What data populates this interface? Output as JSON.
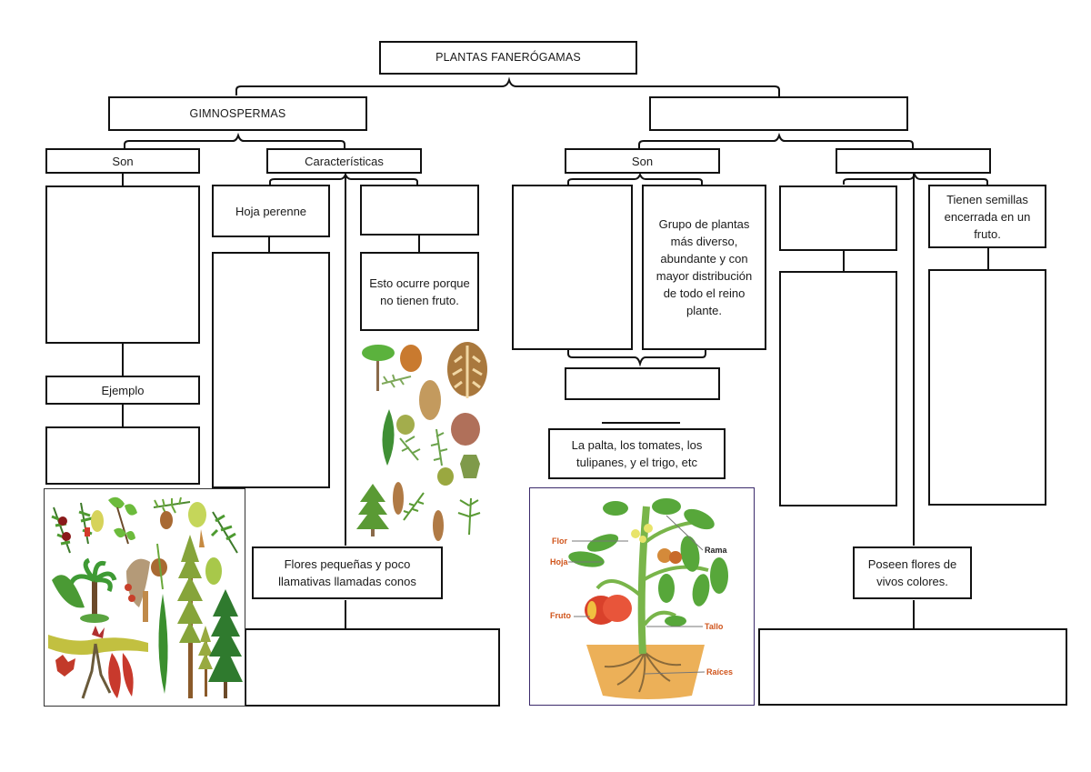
{
  "title": "PLANTAS FANERÓGAMAS",
  "colors": {
    "stroke": "#111111",
    "leaf_green": "#5fae3a",
    "dark_green": "#2f6e24",
    "tomato_red": "#d9412b",
    "soil_orange": "#e9a23b",
    "cone_brown": "#a87843",
    "label_orange": "#d0551c",
    "frame_purple": "#3b2a6b"
  },
  "left_branch": {
    "header": "GIMNOSPERMAS",
    "son_label": "Son",
    "son_answer": "",
    "ejemplo_label": "Ejemplo",
    "ejemplo_answer": "",
    "caracteristicas_label": "Características",
    "hoja": "Hoja perenne",
    "hoja_detail": "",
    "semilla_box": "",
    "semilla_reason": "Esto ocurre porque no tienen fruto.",
    "flores": "Flores pequeñas y poco llamativas llamadas conos",
    "flores_detail": ""
  },
  "right_branch": {
    "header": "",
    "son_label": "Son",
    "son_left_answer": "",
    "son_right_text": "Grupo de plantas más diverso, abundante y con mayor distribución de todo el reino plante.",
    "son_bottom_answer": "",
    "examples_text": "La palta, los tomates, los tulipanes, y el trigo, etc",
    "caracteristicas_label": "",
    "char_left_box": "",
    "char_left_detail": "",
    "char_right_text": "Tienen semillas encerrada en un fruto.",
    "char_right_detail": "",
    "flores": "Poseen flores de vivos colores.",
    "flores_detail": ""
  },
  "illustrations": {
    "gymnosperm_collage": "conifers-and-cycads-illustration",
    "cones_collage": "pine-cones-and-branches-illustration",
    "plant_diagram": {
      "name": "tomato-plant-parts-diagram",
      "labels": [
        "Flor",
        "Hoja",
        "Fruto",
        "Rama",
        "Tallo",
        "Raíces"
      ]
    }
  }
}
